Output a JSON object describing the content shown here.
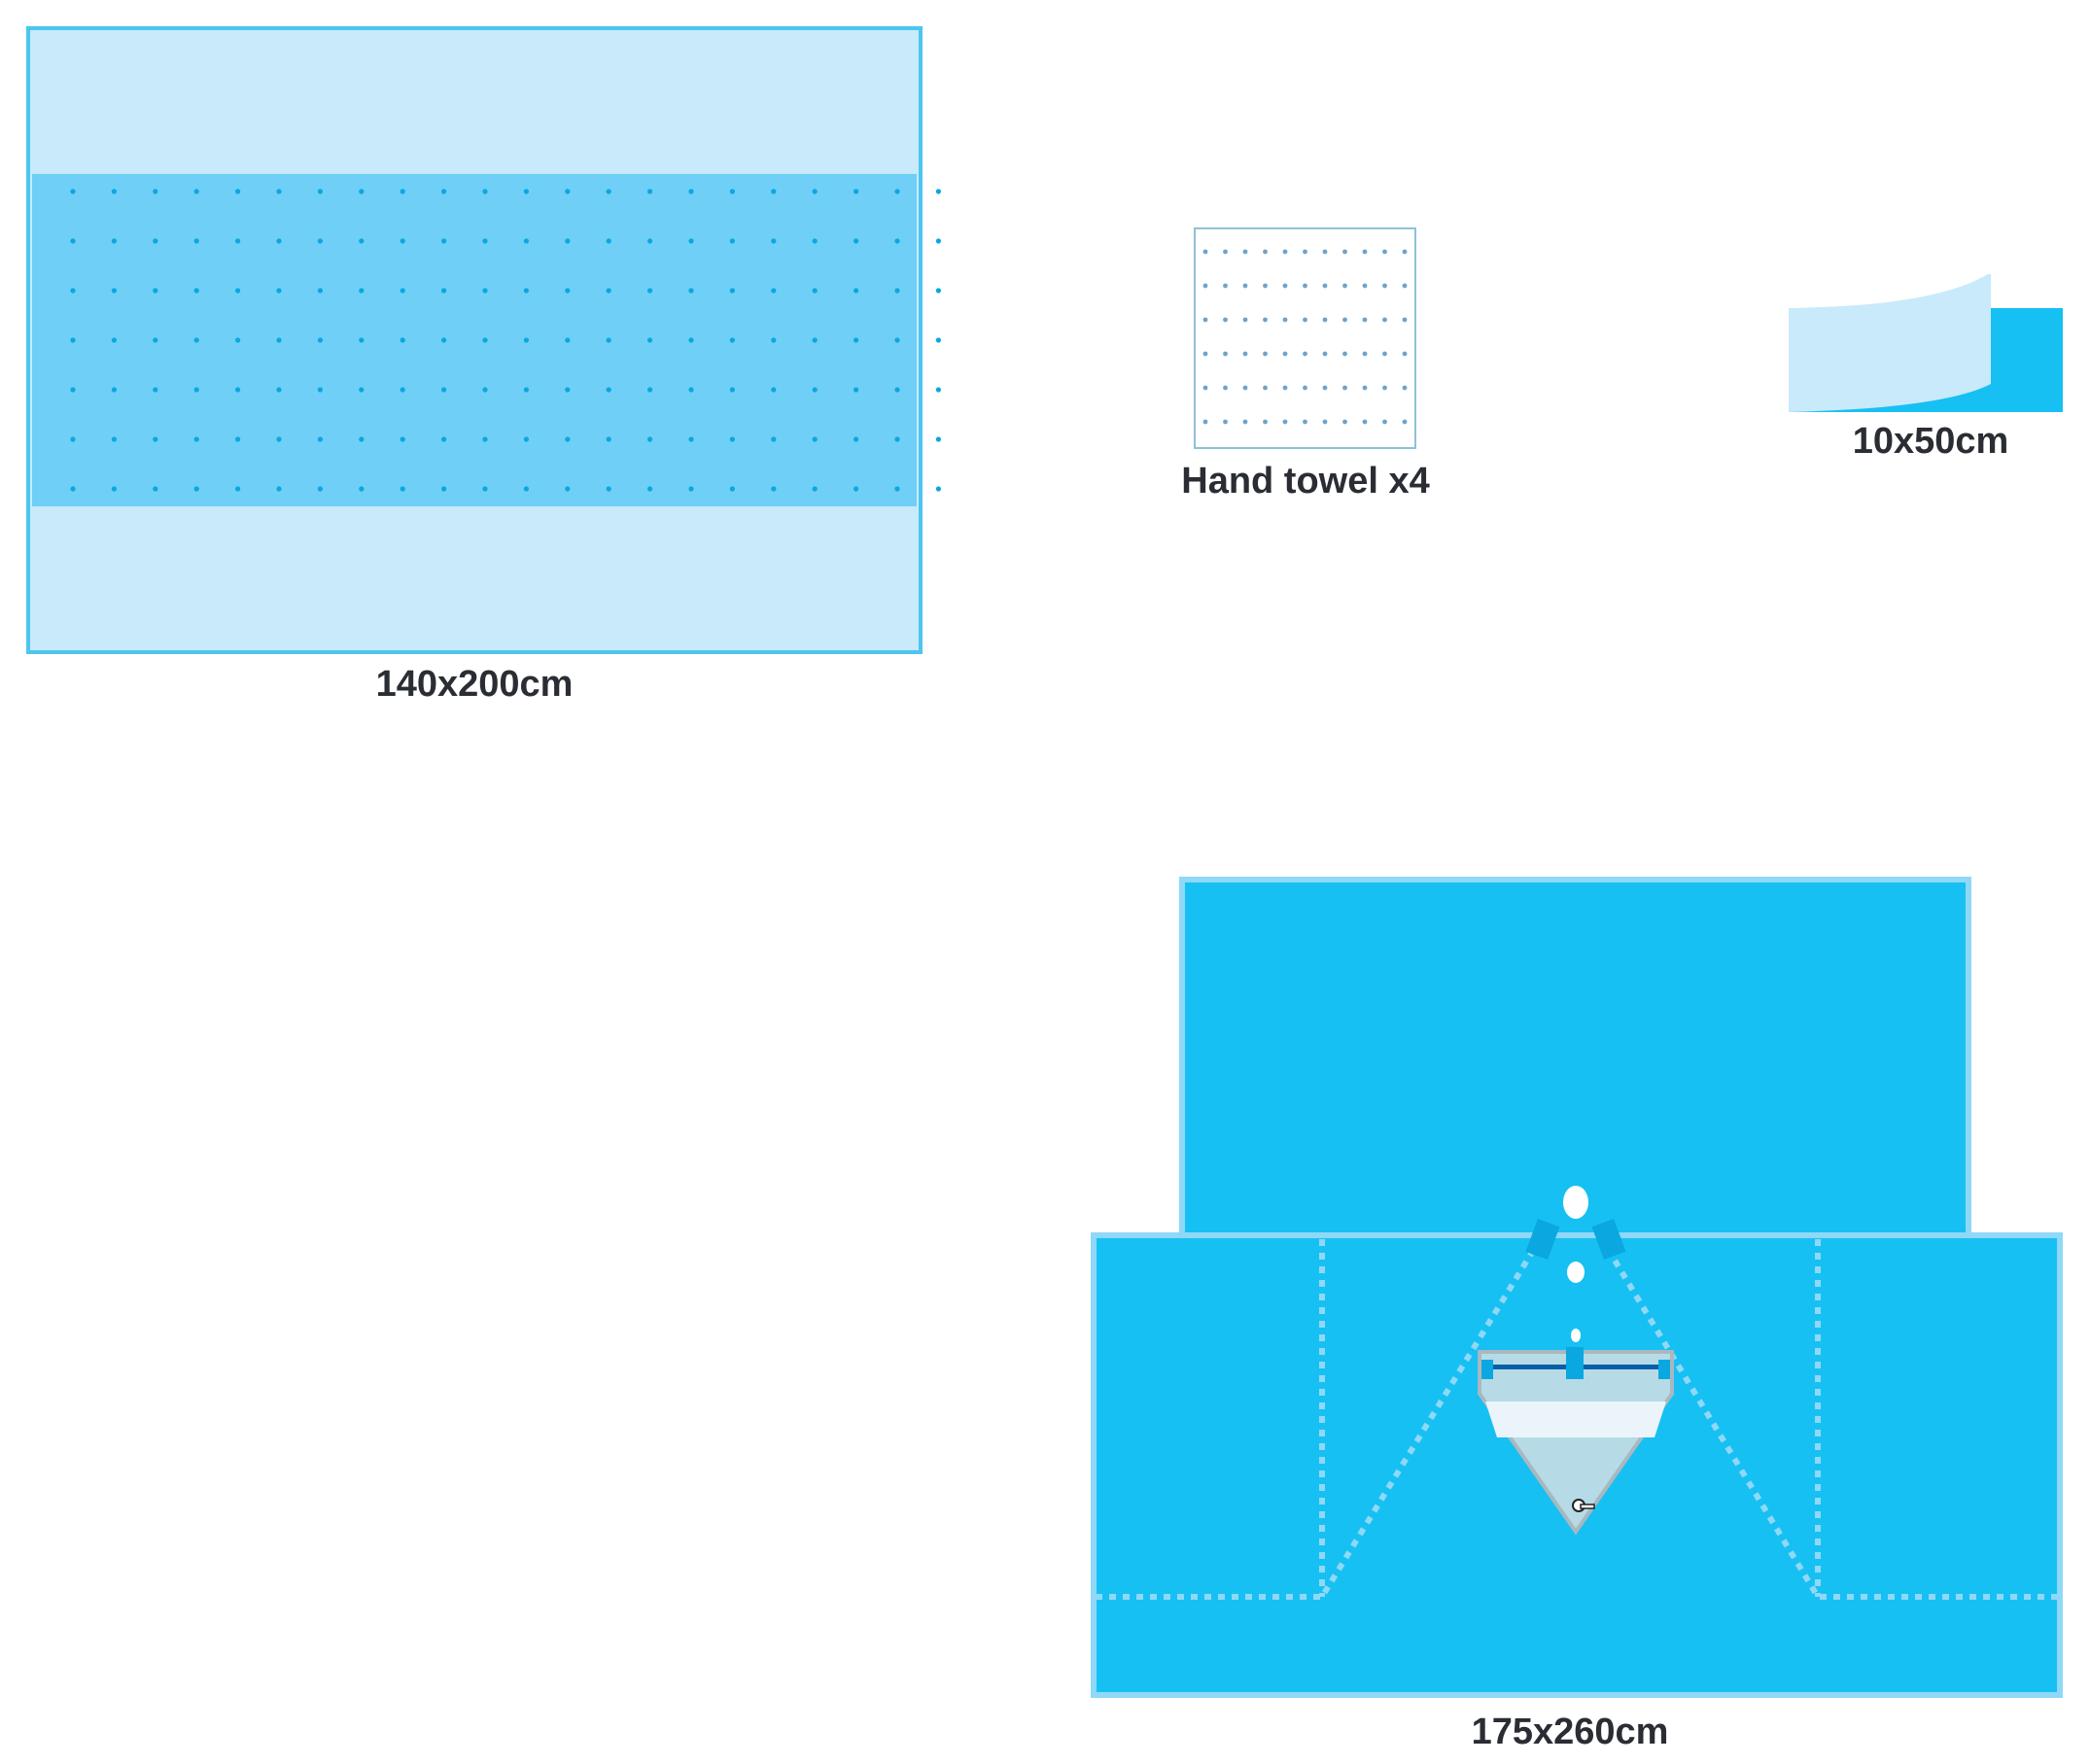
{
  "items": {
    "drape_sheet": {
      "label": "140x200cm"
    },
    "hand_towel": {
      "label": "Hand towel  x4"
    },
    "adhesive_tape": {
      "label": "10x50cm"
    },
    "main_drape": {
      "label": "175x260cm"
    }
  },
  "colors": {
    "light": "#c8eafb",
    "medium": "#6fcff6",
    "bright": "#17c0f2",
    "border": "#4cc6ef",
    "dot": "#0aa7e0",
    "towel_dot": "#6fa3c8"
  }
}
